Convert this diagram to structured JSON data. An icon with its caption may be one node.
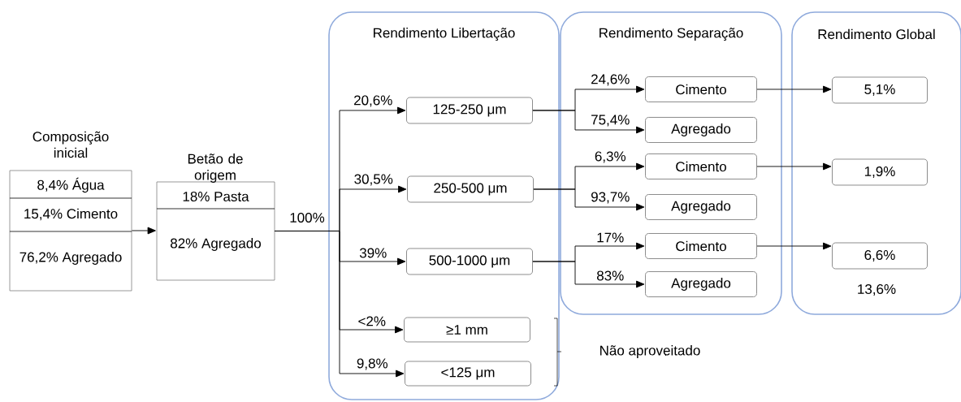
{
  "diagram": {
    "nodes": [
      {
        "text": [
          "Rendimento Libertação"
        ]
      },
      {
        "text": [
          "Rendimento Separação"
        ]
      },
      {
        "text": [
          "Rendimento Global",
          "13,6%"
        ]
      },
      {
        "text": [
          "Composição inicial",
          "8,4% Água",
          "15,4% Cimento",
          "76,2% Agregado"
        ]
      },
      {
        "text": [
          "Betão de origem",
          "18% Pasta",
          "82% Agregado"
        ]
      },
      {
        "text": [
          "125-250 μm"
        ],
        "in": 0
      },
      {
        "text": [
          "250-500 μm"
        ],
        "in": 0
      },
      {
        "text": [
          "500-1000 μm"
        ],
        "in": 0
      },
      {
        "text": [
          "≥1 mm"
        ],
        "in": 0
      },
      {
        "text": [
          "<125 μm"
        ],
        "in": 0
      },
      {
        "text": [
          "Cimento"
        ],
        "in": 1
      },
      {
        "text": [
          "Agregado"
        ],
        "in": 1
      },
      {
        "text": [
          "Cimento"
        ],
        "in": 1
      },
      {
        "text": [
          "Agregado"
        ],
        "in": 1
      },
      {
        "text": [
          "Cimento"
        ],
        "in": 1
      },
      {
        "text": [
          "Agregado"
        ],
        "in": 1
      },
      {
        "text": [
          "5,1%"
        ],
        "in": 2
      },
      {
        "text": [
          "1,9%"
        ],
        "in": 2
      },
      {
        "text": [
          "6,6%"
        ],
        "in": 2
      }
    ],
    "edges": [
      {
        "from": 3,
        "to": 4,
        "arrow": "to"
      },
      {
        "from": 4,
        "to": 5,
        "arrow": "to",
        "label": "20,6%"
      },
      {
        "from": 4,
        "to": 6,
        "arrow": "to",
        "label": "30,5%"
      },
      {
        "from": 4,
        "to": 7,
        "arrow": "to",
        "label": "39%"
      },
      {
        "from": 4,
        "to": 8,
        "arrow": "to",
        "label": "<2%"
      },
      {
        "from": 4,
        "to": 9,
        "arrow": "to",
        "label": "9,8%"
      },
      {
        "from": 5,
        "to": 10,
        "arrow": "to",
        "label": "24,6%"
      },
      {
        "from": 5,
        "to": 11,
        "arrow": "to",
        "label": "75,4%"
      },
      {
        "from": 6,
        "to": 12,
        "arrow": "to",
        "label": "6,3%"
      },
      {
        "from": 6,
        "to": 13,
        "arrow": "to",
        "label": "93,7%"
      },
      {
        "from": 7,
        "to": 14,
        "arrow": "to",
        "label": "17%"
      },
      {
        "from": 7,
        "to": 15,
        "arrow": "to",
        "label": "83%"
      },
      {
        "from": 10,
        "to": 16,
        "arrow": "to"
      },
      {
        "from": 12,
        "to": 17,
        "arrow": "to"
      },
      {
        "from": 14,
        "to": 18,
        "arrow": "to"
      }
    ],
    "labels": [
      "100%",
      "Não aproveitado"
    ]
  }
}
